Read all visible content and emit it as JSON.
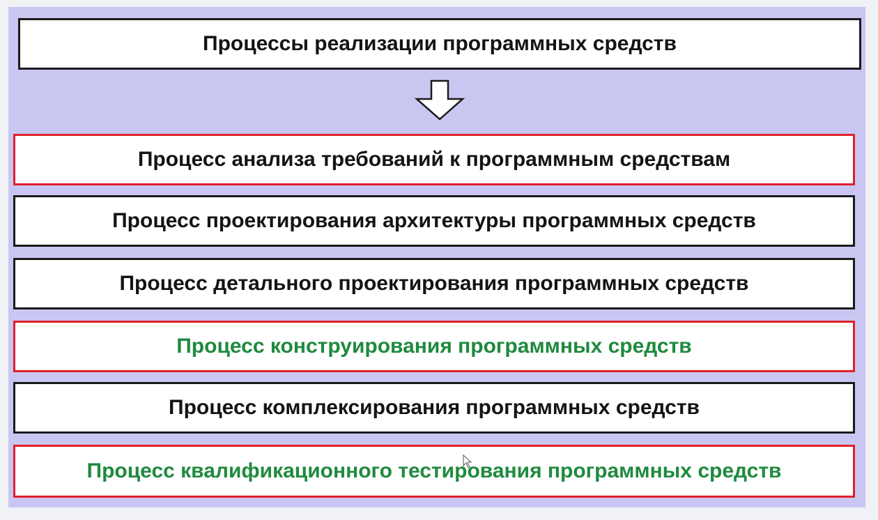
{
  "header": {
    "title": "Процессы  реализации программных средств"
  },
  "processes": [
    {
      "label": "Процесс анализа требований к программным средствам",
      "border": "red",
      "text_color": "#141414"
    },
    {
      "label": "Процесс проектирования архитектуры программных средств",
      "border": "black",
      "text_color": "#141414"
    },
    {
      "label": "Процесс детального проектирования программных средств",
      "border": "black",
      "text_color": "#141414"
    },
    {
      "label": "Процесс конструирования программных средств",
      "border": "red",
      "text_color": "#1f8a3e"
    },
    {
      "label": "Процесс комплексирования программных средств",
      "border": "black",
      "text_color": "#141414"
    },
    {
      "label": "Процесс квалификационного тестирования программных средств",
      "border": "red",
      "text_color": "#1f8a3e"
    }
  ],
  "colors": {
    "background": "#c9c7f2",
    "border_red": "#e0202a",
    "border_black": "#1a1a1a",
    "text_green": "#1f8a3e"
  },
  "icons": {
    "arrow": "down-arrow-icon",
    "cursor": "mouse-pointer-icon"
  }
}
